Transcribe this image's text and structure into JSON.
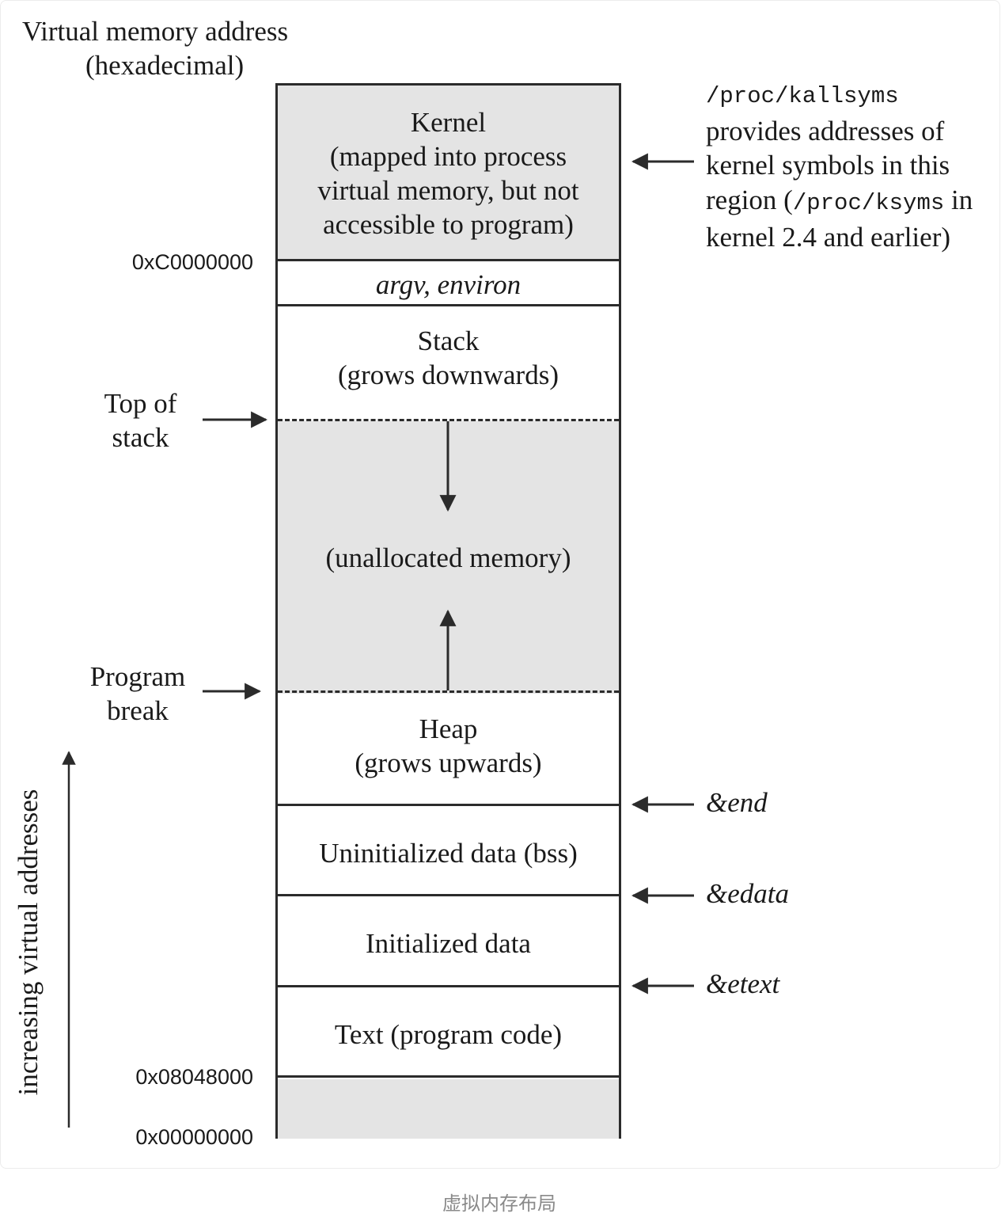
{
  "axis_title": {
    "line1": "Virtual memory address",
    "line2": "(hexadecimal)"
  },
  "segments": {
    "kernel": {
      "title": "Kernel",
      "line2": "(mapped into process",
      "line3": "virtual memory, but not",
      "line4": "accessible to program)"
    },
    "argv": {
      "label": "argv, environ"
    },
    "stack": {
      "title": "Stack",
      "line2": "(grows downwards)"
    },
    "unallocated": {
      "label": "(unallocated memory)"
    },
    "heap": {
      "title": "Heap",
      "line2": "(grows upwards)"
    },
    "bss": {
      "label": "Uninitialized data (bss)"
    },
    "init_data": {
      "label": "Initialized data"
    },
    "text": {
      "label": "Text (program code)"
    }
  },
  "addresses": {
    "kernel_start": "0xC0000000",
    "text_start": "0x08048000",
    "zero": "0x00000000"
  },
  "left_labels": {
    "top_of_stack": {
      "line1": "Top of",
      "line2": "stack"
    },
    "program_break": {
      "line1": "Program",
      "line2": "break"
    },
    "increasing": "increasing virtual addresses"
  },
  "right_note": {
    "kallsyms": "/proc/kallsyms",
    "line2": "provides addresses of",
    "line3": "kernel symbols in this",
    "line4_pre": "region (",
    "ksyms": "/proc/ksyms",
    "line4_post": " in",
    "line5": "kernel 2.4 and earlier)"
  },
  "symbols": {
    "end": "&end",
    "edata": "&edata",
    "etext": "&etext"
  },
  "caption": "虚拟内存布局",
  "colors": {
    "line": "#2b2b2b",
    "shade": "#e4e4e4",
    "caption": "#8a8a8a"
  }
}
